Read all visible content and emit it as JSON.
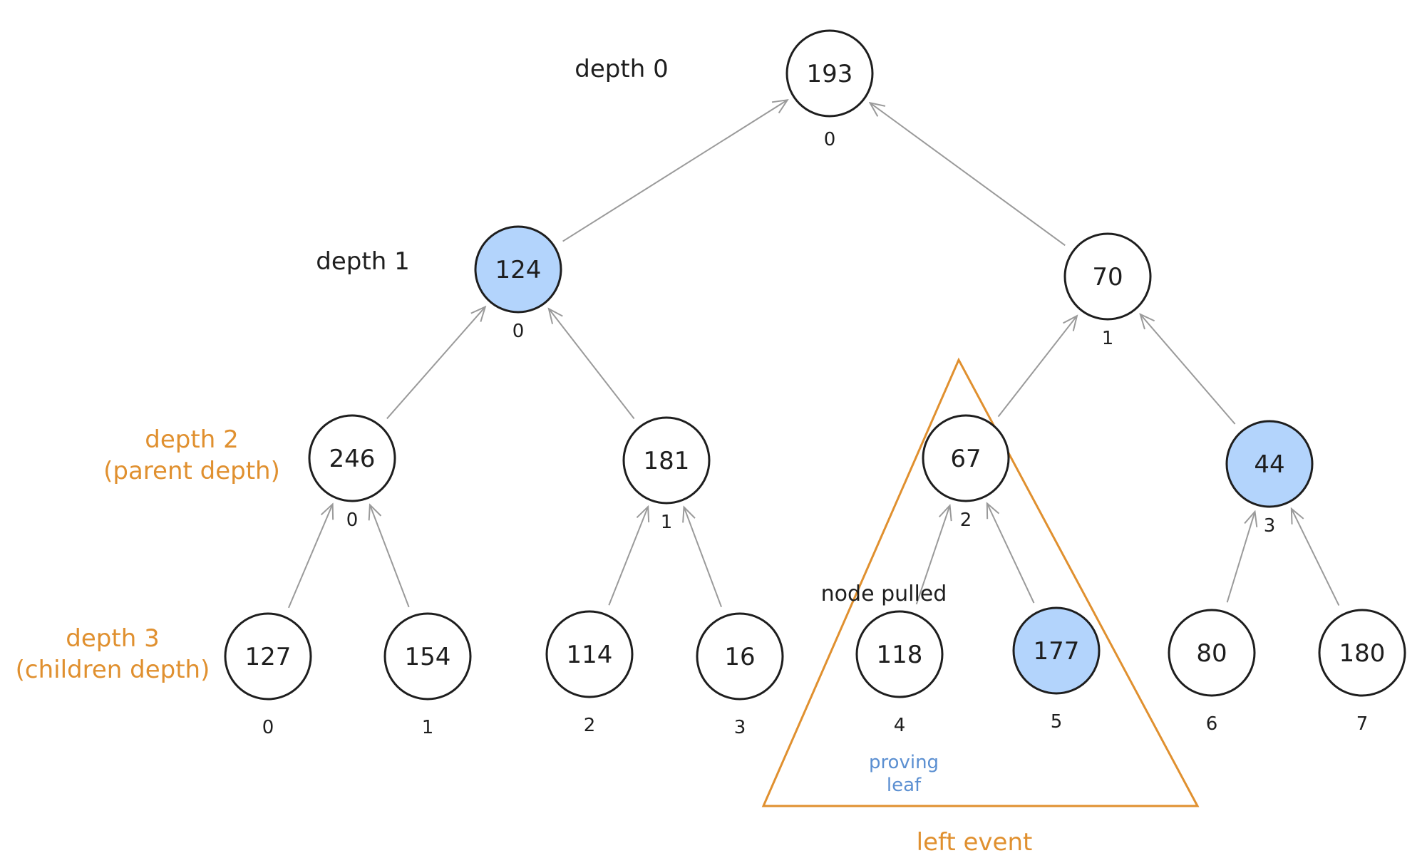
{
  "colors": {
    "node_stroke": "#1e1e1e",
    "node_fill": "#ffffff",
    "node_highlight": "#b3d4fc",
    "edge": "#9a9a9a",
    "accent_orange": "#e0902f",
    "accent_blue": "#5b8fd1",
    "text": "#1e1e1e"
  },
  "depth_labels": [
    {
      "lines": [
        "depth 0"
      ],
      "color": "text"
    },
    {
      "lines": [
        "depth 1"
      ],
      "color": "text"
    },
    {
      "lines": [
        "depth 2",
        "(parent depth)"
      ],
      "color": "accent_orange"
    },
    {
      "lines": [
        "depth 3",
        "(children depth)"
      ],
      "color": "accent_orange"
    }
  ],
  "nodes": [
    {
      "id": "d0-0",
      "depth": 0,
      "index": "0",
      "value": "193",
      "highlighted": false
    },
    {
      "id": "d1-0",
      "depth": 1,
      "index": "0",
      "value": "124",
      "highlighted": true
    },
    {
      "id": "d1-1",
      "depth": 1,
      "index": "1",
      "value": "70",
      "highlighted": false
    },
    {
      "id": "d2-0",
      "depth": 2,
      "index": "0",
      "value": "246",
      "highlighted": false
    },
    {
      "id": "d2-1",
      "depth": 2,
      "index": "1",
      "value": "181",
      "highlighted": false
    },
    {
      "id": "d2-2",
      "depth": 2,
      "index": "2",
      "value": "67",
      "highlighted": false
    },
    {
      "id": "d2-3",
      "depth": 2,
      "index": "3",
      "value": "44",
      "highlighted": true
    },
    {
      "id": "d3-0",
      "depth": 3,
      "index": "0",
      "value": "127",
      "highlighted": false
    },
    {
      "id": "d3-1",
      "depth": 3,
      "index": "1",
      "value": "154",
      "highlighted": false
    },
    {
      "id": "d3-2",
      "depth": 3,
      "index": "2",
      "value": "114",
      "highlighted": false
    },
    {
      "id": "d3-3",
      "depth": 3,
      "index": "3",
      "value": "16",
      "highlighted": false
    },
    {
      "id": "d3-4",
      "depth": 3,
      "index": "4",
      "value": "118",
      "highlighted": false
    },
    {
      "id": "d3-5",
      "depth": 3,
      "index": "5",
      "value": "177",
      "highlighted": true
    },
    {
      "id": "d3-6",
      "depth": 3,
      "index": "6",
      "value": "80",
      "highlighted": false
    },
    {
      "id": "d3-7",
      "depth": 3,
      "index": "7",
      "value": "180",
      "highlighted": false
    }
  ],
  "edges": [
    {
      "from": "d1-0",
      "to": "d0-0"
    },
    {
      "from": "d1-1",
      "to": "d0-0"
    },
    {
      "from": "d2-0",
      "to": "d1-0"
    },
    {
      "from": "d2-1",
      "to": "d1-0"
    },
    {
      "from": "d2-2",
      "to": "d1-1"
    },
    {
      "from": "d2-3",
      "to": "d1-1"
    },
    {
      "from": "d3-0",
      "to": "d2-0"
    },
    {
      "from": "d3-1",
      "to": "d2-0"
    },
    {
      "from": "d3-2",
      "to": "d2-1"
    },
    {
      "from": "d3-3",
      "to": "d2-1"
    },
    {
      "from": "d3-4",
      "to": "d2-2"
    },
    {
      "from": "d3-5",
      "to": "d2-2"
    },
    {
      "from": "d3-6",
      "to": "d2-3"
    },
    {
      "from": "d3-7",
      "to": "d2-3"
    }
  ],
  "annotations": {
    "node_pulled": "node pulled",
    "proving_leaf": [
      "proving",
      "leaf"
    ],
    "left_event": "left event"
  }
}
